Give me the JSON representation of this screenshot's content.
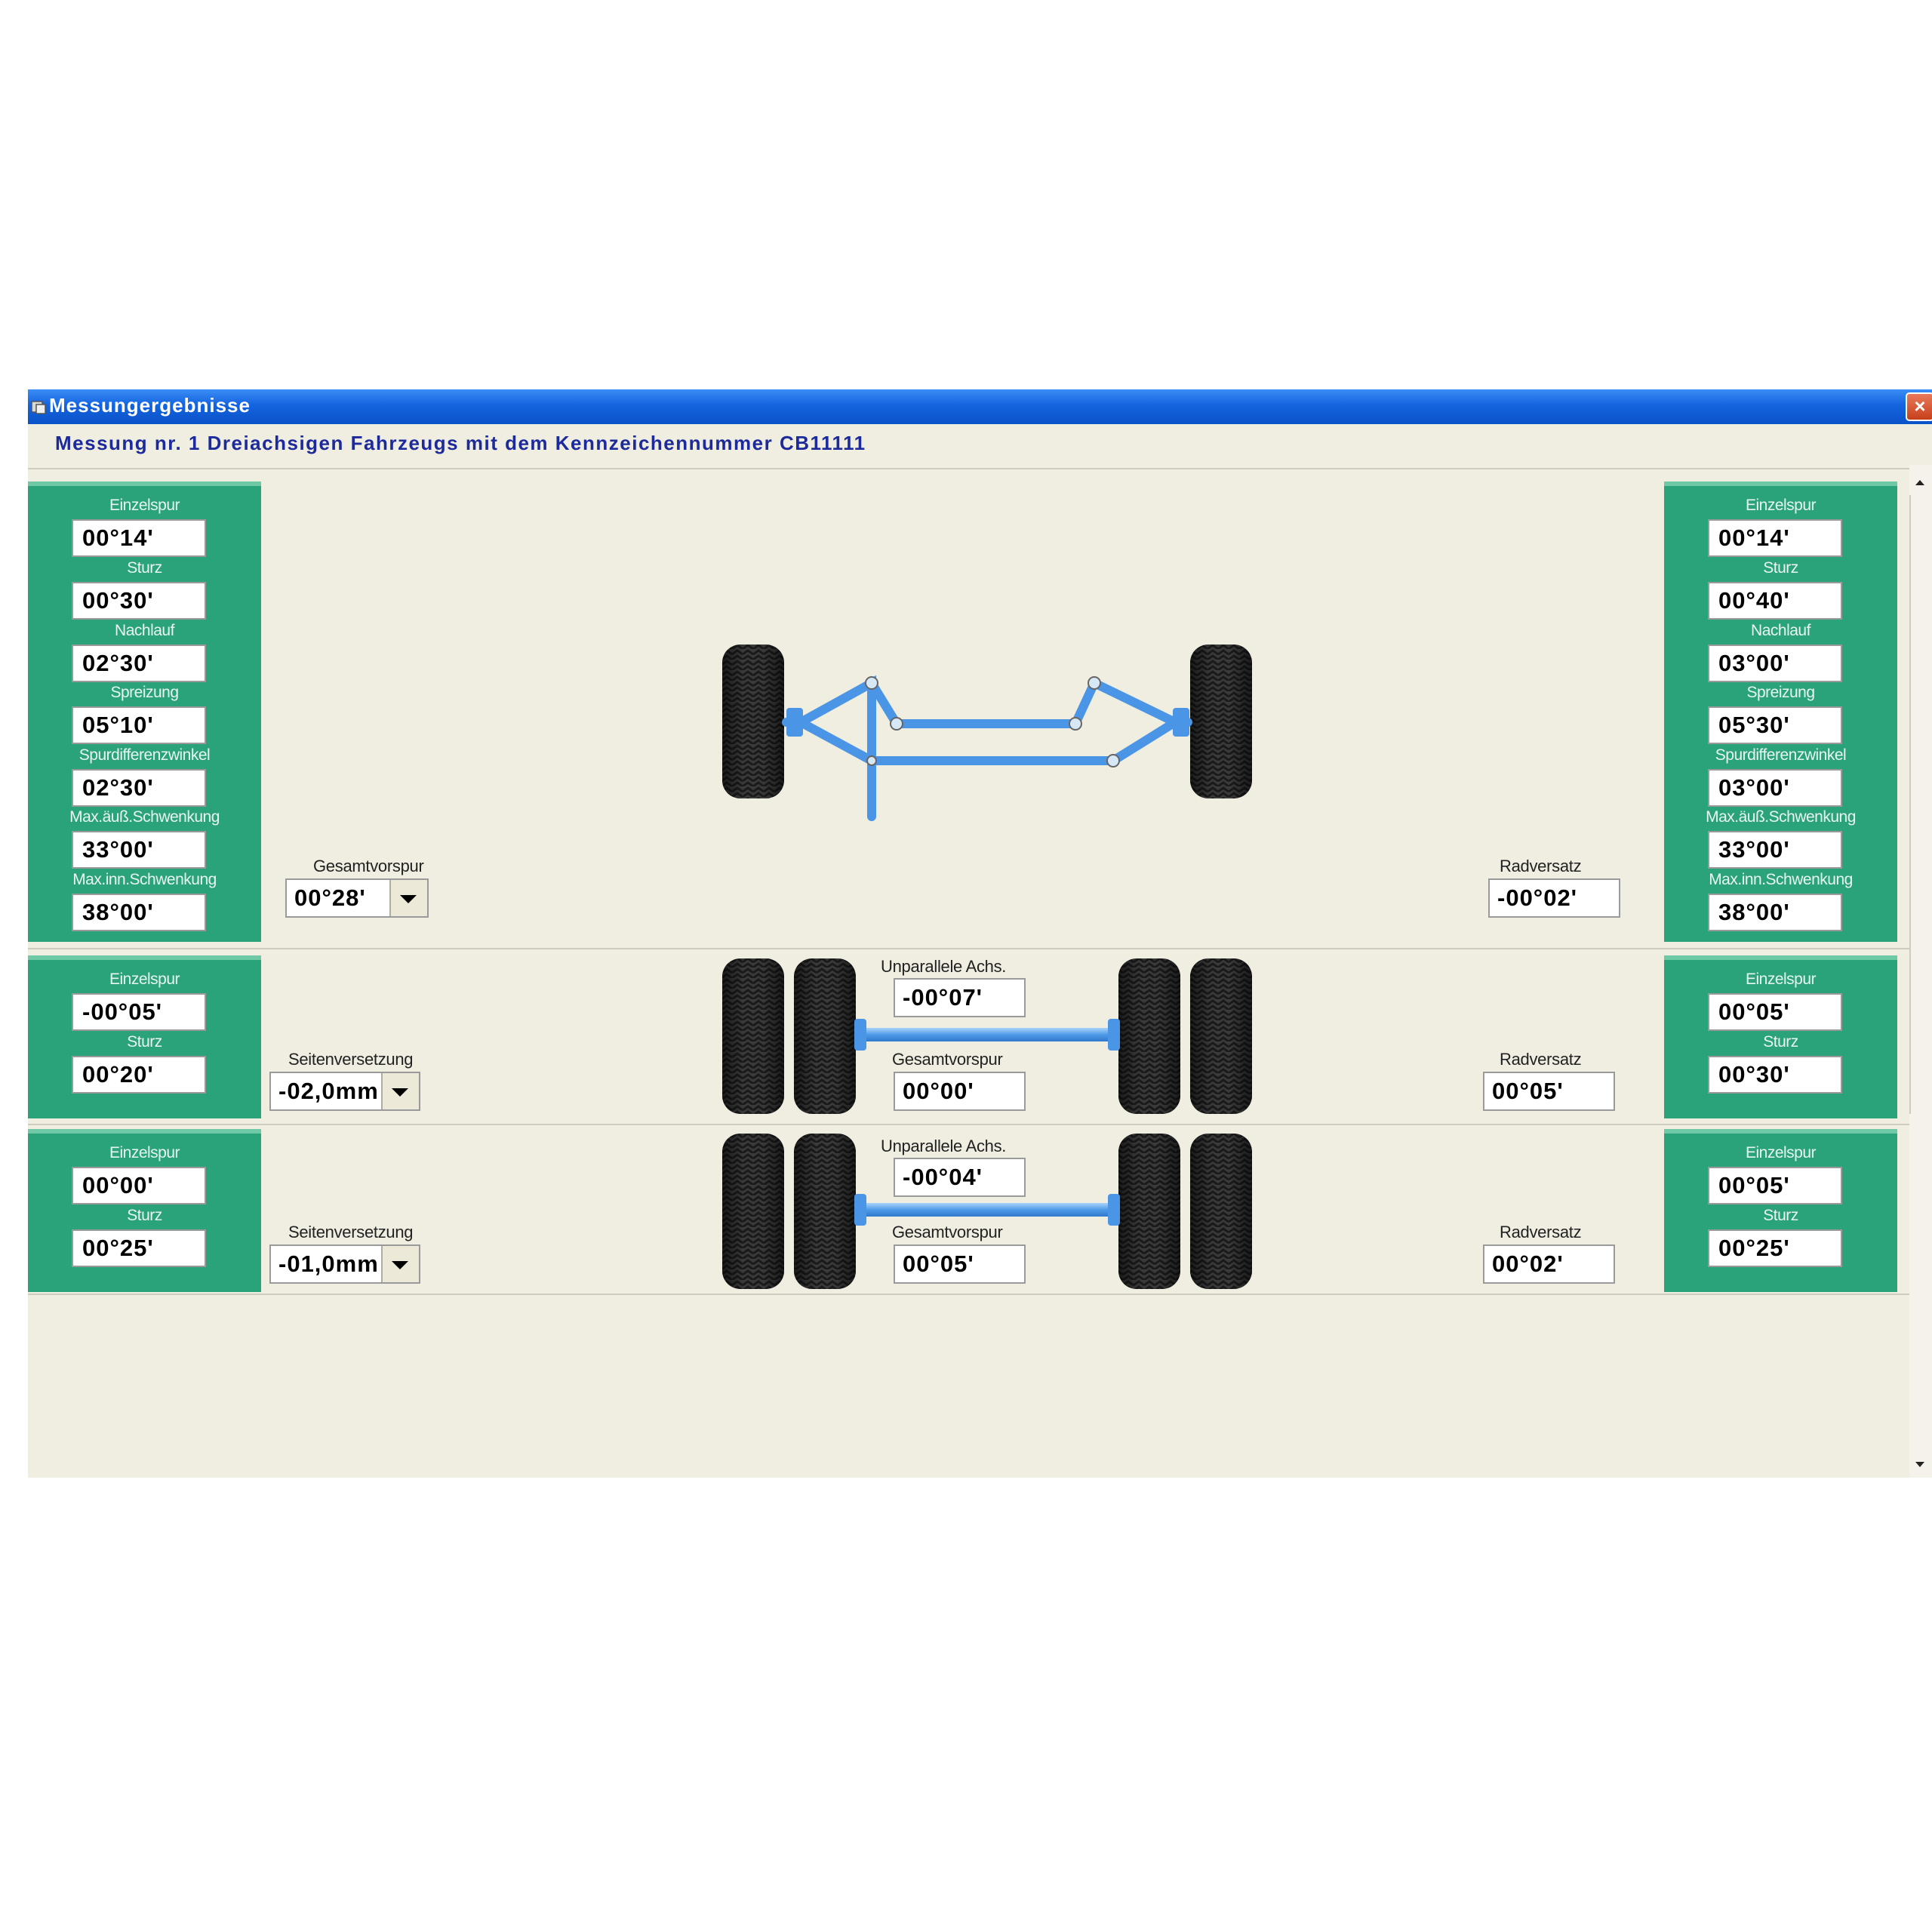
{
  "window": {
    "title": "Messungergebnisse",
    "close_label": "×",
    "headline": "Messung nr. 1 Dreiachsigen Fahrzeugs mit dem Kennzeichennummer CB11111"
  },
  "axle1": {
    "left": {
      "einzelspur_label": "Einzelspur",
      "einzelspur": "00°14'",
      "sturz_label": "Sturz",
      "sturz": "00°30'",
      "nachlauf_label": "Nachlauf",
      "nachlauf": "02°30'",
      "spreizung_label": "Spreizung",
      "spreizung": "05°10'",
      "spurdifferenzwinkel_label": "Spurdifferenzwinkel",
      "spurdifferenzwinkel": "02°30'",
      "max_aus_label": "Max.äuß.Schwenkung",
      "max_aus": "33°00'",
      "max_inn_label": "Max.inn.Schwenkung",
      "max_inn": "38°00'"
    },
    "right": {
      "einzelspur_label": "Einzelspur",
      "einzelspur": "00°14'",
      "sturz_label": "Sturz",
      "sturz": "00°40'",
      "nachlauf_label": "Nachlauf",
      "nachlauf": "03°00'",
      "spreizung_label": "Spreizung",
      "spreizung": "05°30'",
      "spurdifferenzwinkel_label": "Spurdifferenzwinkel",
      "spurdifferenzwinkel": "03°00'",
      "max_aus_label": "Max.äuß.Schwenkung",
      "max_aus": "33°00'",
      "max_inn_label": "Max.inn.Schwenkung",
      "max_inn": "38°00'"
    },
    "gesamtvorspur_label": "Gesamtvorspur",
    "gesamtvorspur": "00°28'",
    "radversatz_label": "Radversatz",
    "radversatz": "-00°02'"
  },
  "axle2": {
    "left": {
      "einzelspur_label": "Einzelspur",
      "einzelspur": "-00°05'",
      "sturz_label": "Sturz",
      "sturz": "00°20'"
    },
    "right": {
      "einzelspur_label": "Einzelspur",
      "einzelspur": "00°05'",
      "sturz_label": "Sturz",
      "sturz": "00°30'"
    },
    "seitenversetzung_label": "Seitenversetzung",
    "seitenversetzung": "-02,0mm",
    "unparallele_label": "Unparallele Achs.",
    "unparallele": "-00°07'",
    "gesamtvorspur_label": "Gesamtvorspur",
    "gesamtvorspur": "00°00'",
    "radversatz_label": "Radversatz",
    "radversatz": "00°05'"
  },
  "axle3": {
    "left": {
      "einzelspur_label": "Einzelspur",
      "einzelspur": "00°00'",
      "sturz_label": "Sturz",
      "sturz": "00°25'"
    },
    "right": {
      "einzelspur_label": "Einzelspur",
      "einzelspur": "00°05'",
      "sturz_label": "Sturz",
      "sturz": "00°25'"
    },
    "seitenversetzung_label": "Seitenversetzung",
    "seitenversetzung": "-01,0mm",
    "unparallele_label": "Unparallele Achs.",
    "unparallele": "-00°04'",
    "gesamtvorspur_label": "Gesamtvorspur",
    "gesamtvorspur": "00°05'",
    "radversatz_label": "Radversatz",
    "radversatz": "00°02'"
  },
  "colors": {
    "panel_green": "#2aa27a",
    "axle_blue": "#5ea8f0",
    "title_blue": "#1464e0",
    "headline_blue": "#1c2a9c"
  },
  "icons": [
    "app-icon",
    "close-icon",
    "dropdown-arrow-icon",
    "scroll-up-icon",
    "scroll-down-icon"
  ]
}
